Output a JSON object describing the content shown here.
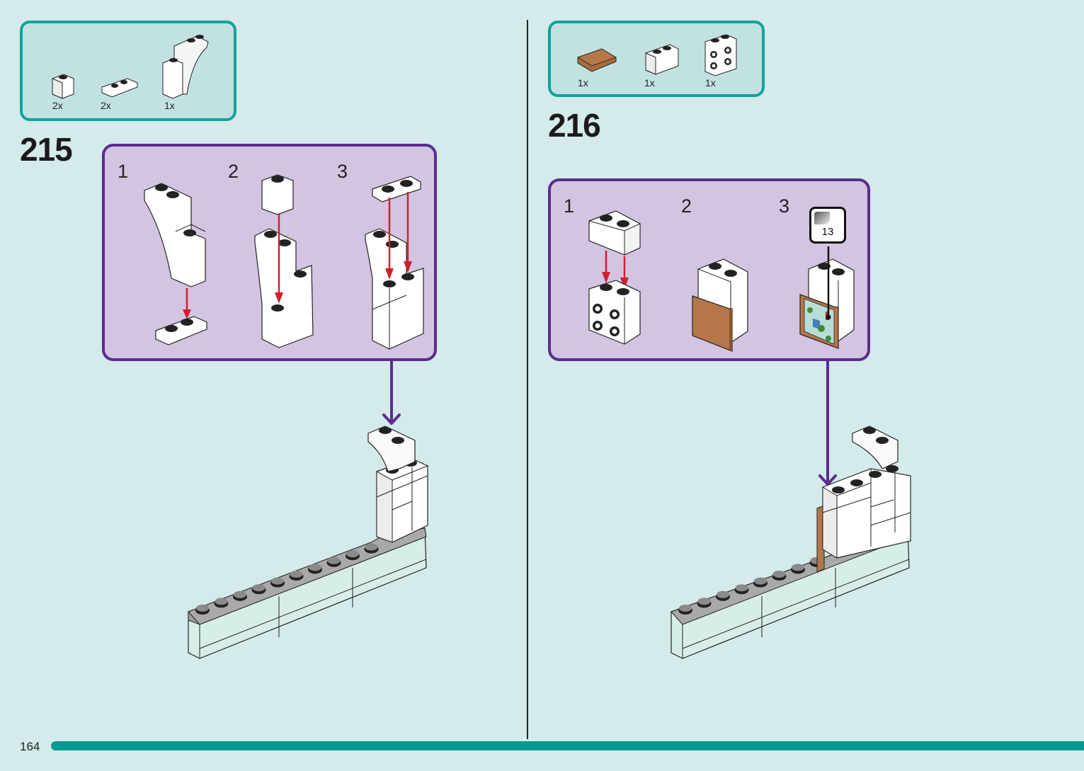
{
  "page": {
    "page_number": "164",
    "accent_color": "#009893",
    "callout_border_color": "#5b2d8e",
    "arrow_color": "#d0202e"
  },
  "steps": [
    {
      "number": "215",
      "parts": [
        {
          "name": "white-brick-1x1",
          "qty": "2x"
        },
        {
          "name": "white-plate-1x2",
          "qty": "2x"
        },
        {
          "name": "white-arch-brick",
          "qty": "1x"
        }
      ],
      "substeps": [
        {
          "label": "1"
        },
        {
          "label": "2"
        },
        {
          "label": "3"
        }
      ]
    },
    {
      "number": "216",
      "parts": [
        {
          "name": "brown-tile-2x2",
          "qty": "1x"
        },
        {
          "name": "white-brick-1x2",
          "qty": "1x"
        },
        {
          "name": "white-brick-2x2-side-studs",
          "qty": "1x"
        }
      ],
      "substeps": [
        {
          "label": "1"
        },
        {
          "label": "2"
        },
        {
          "label": "3"
        }
      ],
      "sticker": {
        "number": "13"
      }
    }
  ]
}
